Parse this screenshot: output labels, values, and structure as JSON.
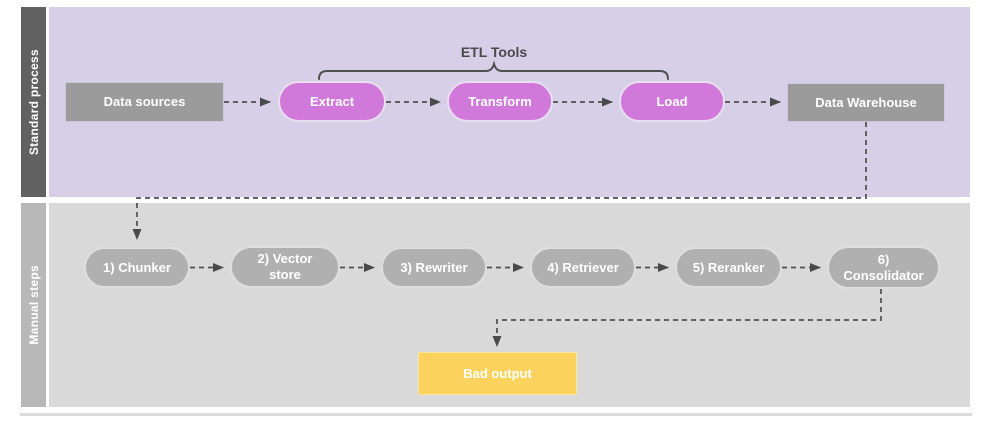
{
  "lanes": {
    "standard": {
      "label": "Standard process"
    },
    "manual": {
      "label": "Manual steps"
    }
  },
  "etl_group": {
    "label": "ETL Tools"
  },
  "nodes": {
    "data_sources": {
      "label": "Data sources",
      "shape": "rectangle",
      "color": "#9b9b9b"
    },
    "extract": {
      "label": "Extract",
      "shape": "pill",
      "color": "#d179da"
    },
    "transform": {
      "label": "Transform",
      "shape": "pill",
      "color": "#d179da"
    },
    "load": {
      "label": "Load",
      "shape": "pill",
      "color": "#d179da"
    },
    "data_warehouse": {
      "label": "Data Warehouse",
      "shape": "rectangle",
      "color": "#9b9b9b"
    },
    "chunker": {
      "label": "1) Chunker",
      "shape": "pill",
      "color": "#b0b0b0"
    },
    "vector_store": {
      "label": "2) Vector store",
      "shape": "pill",
      "color": "#b0b0b0"
    },
    "rewriter": {
      "label": "3) Rewriter",
      "shape": "pill",
      "color": "#b0b0b0"
    },
    "retriever": {
      "label": "4) Retriever",
      "shape": "pill",
      "color": "#b0b0b0"
    },
    "reranker": {
      "label": "5) Reranker",
      "shape": "pill",
      "color": "#b0b0b0"
    },
    "consolidator": {
      "label": "6) Consolidator",
      "shape": "pill",
      "color": "#b0b0b0"
    },
    "bad_output": {
      "label": "Bad output",
      "shape": "rectangle",
      "color": "#fbd25e"
    }
  },
  "edges": [
    {
      "from": "Data sources",
      "to": "Extract",
      "style": "dashed-arrow"
    },
    {
      "from": "Extract",
      "to": "Transform",
      "style": "dashed-arrow"
    },
    {
      "from": "Transform",
      "to": "Load",
      "style": "dashed-arrow"
    },
    {
      "from": "Load",
      "to": "Data Warehouse",
      "style": "dashed-arrow"
    },
    {
      "from": "Data Warehouse",
      "to": "1) Chunker",
      "style": "dashed-arrow"
    },
    {
      "from": "1) Chunker",
      "to": "2) Vector store",
      "style": "dashed-arrow"
    },
    {
      "from": "2) Vector store",
      "to": "3) Rewriter",
      "style": "dashed-arrow"
    },
    {
      "from": "3) Rewriter",
      "to": "4) Retriever",
      "style": "dashed-arrow"
    },
    {
      "from": "4) Retriever",
      "to": "5) Reranker",
      "style": "dashed-arrow"
    },
    {
      "from": "5) Reranker",
      "to": "6) Consolidator",
      "style": "dashed-arrow"
    },
    {
      "from": "6) Consolidator",
      "to": "Bad output",
      "style": "dashed-arrow"
    }
  ],
  "colors": {
    "lane_top_bg": "#d7cfe8",
    "lane_bottom_bg": "#d9d9d9",
    "lane_tab_top": "#616161",
    "lane_tab_bottom": "#b8b8b8",
    "etl_pill": "#d179da",
    "gray_box": "#9b9b9b",
    "manual_pill": "#b0b0b0",
    "bad_output": "#fbd25e",
    "connector": "#4f4f4f",
    "node_text": "#ffffff",
    "group_label_text": "#4a4a4a"
  }
}
